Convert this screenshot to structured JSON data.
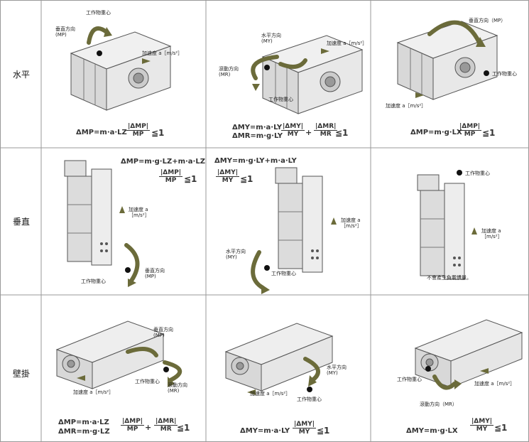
{
  "rows": [
    {
      "label": "水平"
    },
    {
      "label": "垂直"
    },
    {
      "label": "壁掛"
    }
  ],
  "labels": {
    "work_center": "工作物重心",
    "vertical_dir_mp": "垂直方向\n(MP)",
    "vertical_dir_mp_inline": "垂直方向（MP）",
    "horizontal_dir_my": "水平方向\n(MY)",
    "roll_dir_mr": "滾動方向\n(MR)",
    "roll_dir_mr_inline": "滾動方向（MR）",
    "accel": "加速度 a［m/s²］",
    "accel_stack": "加速度 a\n［m/s²］",
    "no_load": "不會產生負載慣量。"
  },
  "formulas": {
    "r1c1": {
      "eq": "ΔMP=m·a·LZ",
      "num": "|ΔMP|",
      "den": "MP"
    },
    "r1c2": {
      "eq1": "ΔMY=m·a·LY",
      "eq2": "ΔMR=m·g·LY",
      "num1": "|ΔMY|",
      "den1": "MY",
      "num2": "|ΔMR|",
      "den2": "MR"
    },
    "r1c3": {
      "eq": "ΔMP=m·g·LX",
      "num": "|ΔMP|",
      "den": "MP"
    },
    "r2c1": {
      "eq": "ΔMP=m·g·LZ+m·a·LZ",
      "num": "|ΔMP|",
      "den": "MP"
    },
    "r2c2": {
      "eq": "ΔMY=m·g·LY+m·a·LY",
      "num": "|ΔMY|",
      "den": "MY"
    },
    "r3c1": {
      "eq1": "ΔMP=m·a·LZ",
      "eq2": "ΔMR=m·g·LZ",
      "num1": "|ΔMP|",
      "den1": "MP",
      "num2": "|ΔMR|",
      "den2": "MR"
    },
    "r3c2": {
      "eq": "ΔMY=m·a·LY",
      "num": "|ΔMY|",
      "den": "MY"
    },
    "r3c3": {
      "eq": "ΔMY=m·g·LX",
      "num": "|ΔMY|",
      "den": "MY"
    },
    "leq": "≦1",
    "plus": "+"
  },
  "colors": {
    "arrow": "#6b6b3a",
    "grid": "#999999",
    "body": "#e4e4e4",
    "edge": "#555555"
  }
}
